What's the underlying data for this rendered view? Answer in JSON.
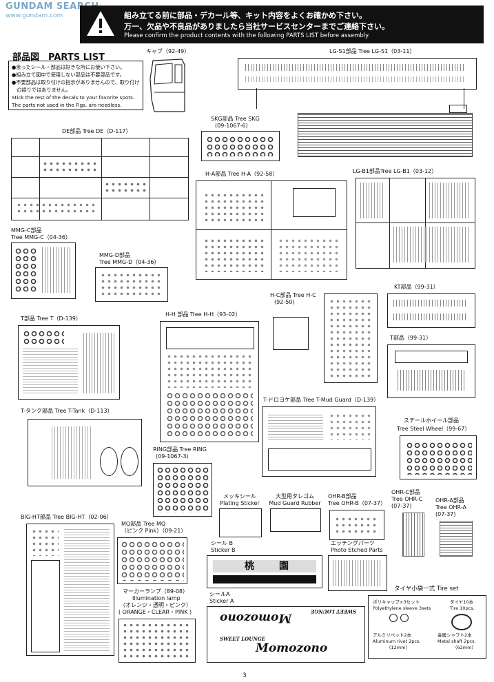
{
  "watermark": {
    "brand": "GUNDAM SEARCH",
    "site": "www.gundam.com"
  },
  "warning": {
    "line1": "組み立てる前に部品・デカール等、キット内容をよくお確かめ下さい。",
    "line2": "万一、欠品や不良品がありましたら当社サービスセンターまでご連絡下さい。",
    "line3": "Please confirm the product contents with the following PARTS LIST before assembly."
  },
  "title": "部品図　PARTS LIST",
  "notes": [
    "●余ったシール・部品は好きな所にお使い下さい。",
    "●組み立て図中で使用しない部品は不要部品です。",
    "●不要部品は取り付けの指示がありませんので、取り付け",
    "　の誤りではありません。",
    "Stick the rest of the decals to your favorite spots.",
    "The parts not used in the Figs. are needless."
  ],
  "trees": {
    "cab": "キャブ（92-49）",
    "lgs1": "LG-S1部品 Tree LG-S1（03-11）",
    "skg": [
      "SKG部品 Tree SKG",
      "(09-1067-6)"
    ],
    "de": "DE部品 Tree DE（D-117）",
    "ha": "H-A部品 Tree H-A（92-58）",
    "lgb1": "LG-B1部品Tree LG-B1（03-12）",
    "mmgc": [
      "MMG-C部品",
      "Tree MMG-C（04-36）"
    ],
    "mmgd": [
      "MMG-D部品",
      "Tree MMG-D（04-36）"
    ],
    "hc": [
      "H-C部品 Tree H-C",
      "(92-50)"
    ],
    "kt": "KT部品（99-31）",
    "t": "T部品 Tree T（D-139）",
    "hh": "H-H 部品 Tree H-H（93-02）",
    "t2": "T部品（99-31）",
    "ttank": "T-タンク部品 Tree T-Tank（D-113）",
    "tmud": "T-ドロヨケ部品 Tree T-Mud Guard（D-139）",
    "steel": [
      "スチールホイール部品",
      "Tree Steel Wheel（99-67）"
    ],
    "ring": [
      "RING部品 Tree RING",
      "(09-1067-3)"
    ],
    "plating": [
      "メッキシール",
      "Plating Sticker"
    ],
    "mudrubber": [
      "大型用タレゴム",
      "Mud Guard Rubber"
    ],
    "ohrb": [
      "OHR-B部品",
      "Tree OHR-B（07-37）"
    ],
    "ohrc": [
      "OHR-C部品",
      "Tree OHR-C",
      "(07-37)"
    ],
    "ohra": [
      "OHR-A部品",
      "Tree OHR-A",
      "(07-37)"
    ],
    "bight": "BIG-HT部品 Tree BIG-HT（02-06）",
    "mq": [
      "MQ部品 Tree MQ",
      "（ピンク Pink）（09-21）"
    ],
    "stickerb": [
      "シール B",
      "Sticker B"
    ],
    "etching": [
      "エッチングパーツ",
      "Photo Etched Parts"
    ],
    "marker": [
      "マーカーランプ（89-08）",
      "Illumination lamp",
      "（オレンジ・透明・ピンク）",
      "( ORANGE・CLEAR・PINK )"
    ],
    "stickera": [
      "シールA",
      "Sticker A"
    ]
  },
  "tireset": {
    "title": "タイヤ小袋一式 Tire set",
    "items": [
      [
        "ポリキャップ×3セット",
        "Polyethylene sleeve 3sets"
      ],
      [
        "タイヤ10本",
        "Tire 10pcs."
      ],
      [
        "アルミリベット2本",
        "Aluminum rivet 2pcs.",
        "（12mm）"
      ],
      [
        "金属シャフト2本",
        "Metal shaft 2pcs.",
        "（62mm）"
      ]
    ]
  },
  "logos": {
    "a": "SWEET LOUNGE",
    "b": "Momozono"
  },
  "sticker_b_text": [
    "桃",
    "園"
  ],
  "page_number": "3"
}
